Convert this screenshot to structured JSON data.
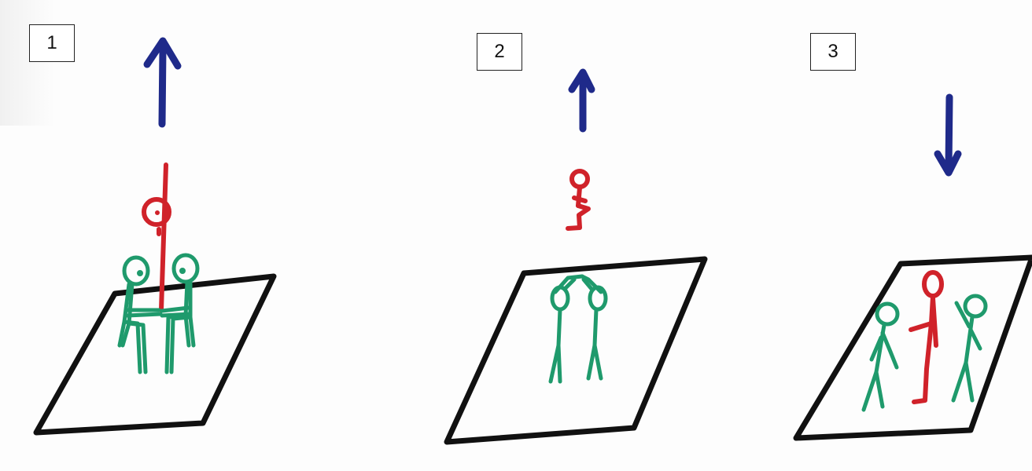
{
  "steps": [
    {
      "number": "1",
      "arrow": "up"
    },
    {
      "number": "2",
      "arrow": "up"
    },
    {
      "number": "3",
      "arrow": "down"
    }
  ],
  "colors": {
    "arrow": "#1f2a8a",
    "flyer": "#d0222a",
    "spotters": "#1f9a6c",
    "mat": "#111111"
  }
}
